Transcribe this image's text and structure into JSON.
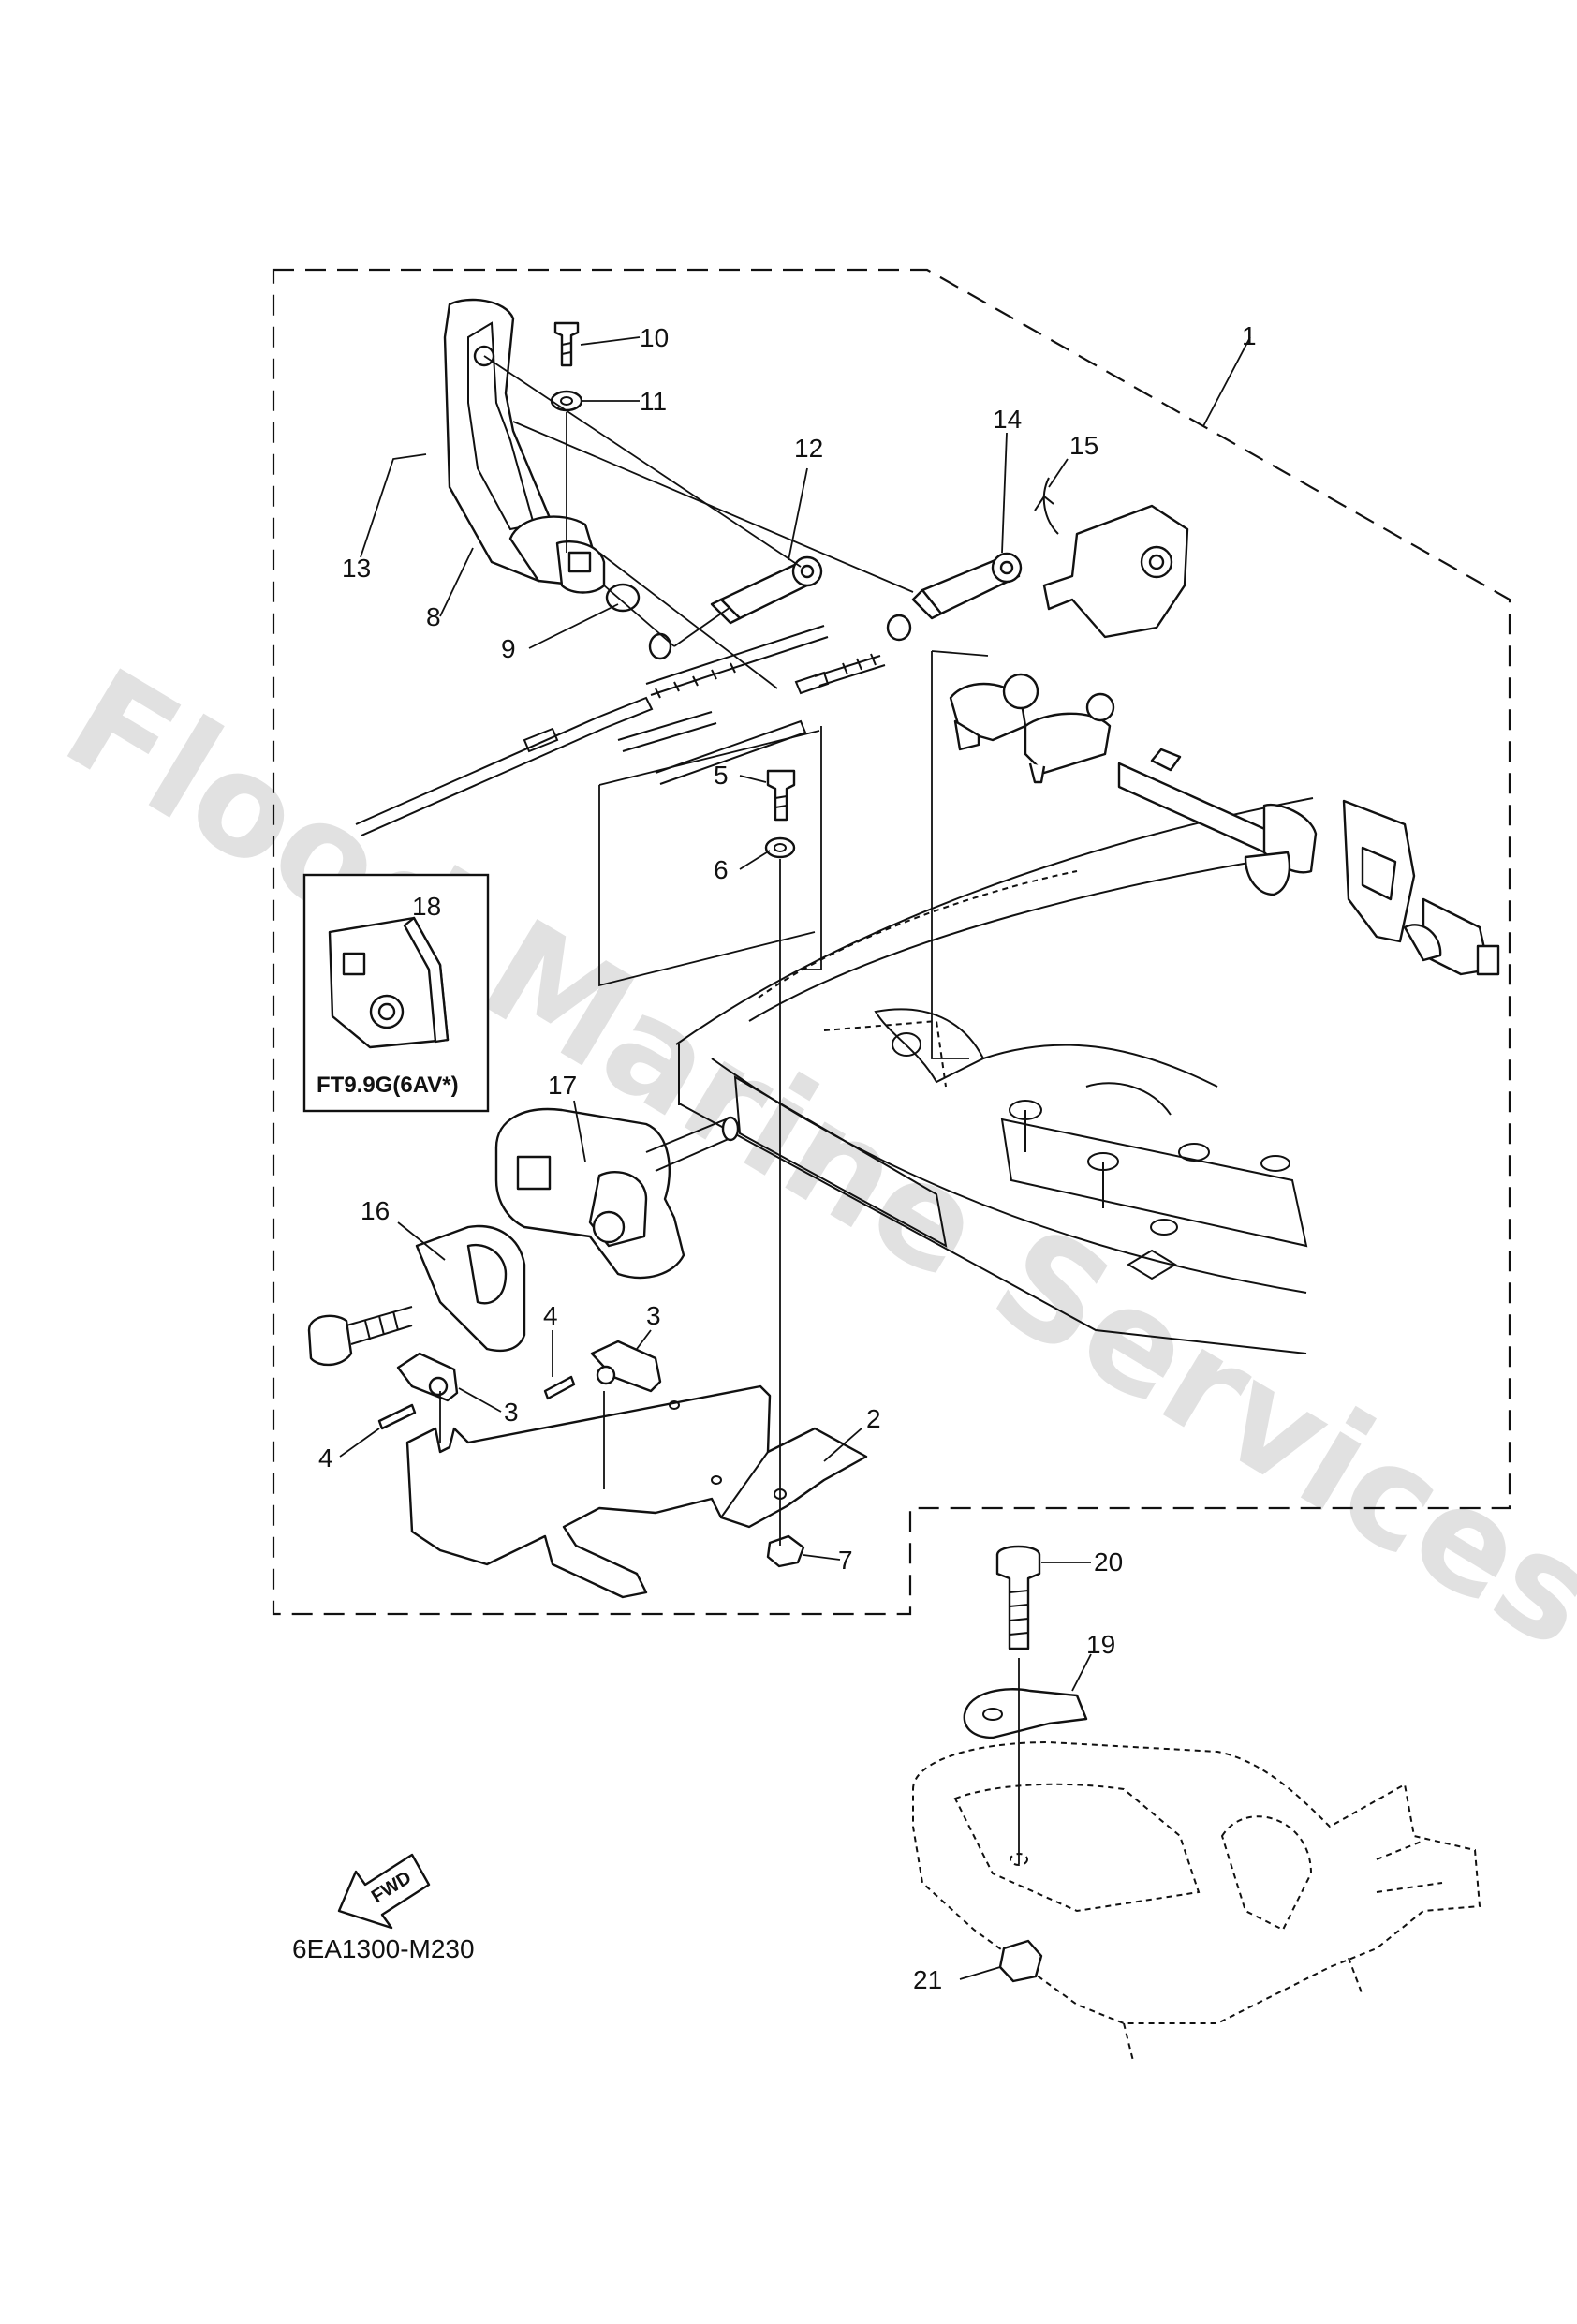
{
  "callouts": [
    {
      "id": "1",
      "text": "1"
    },
    {
      "id": "2",
      "text": "2"
    },
    {
      "id": "3a",
      "text": "3"
    },
    {
      "id": "3b",
      "text": "3"
    },
    {
      "id": "4a",
      "text": "4"
    },
    {
      "id": "4b",
      "text": "4"
    },
    {
      "id": "5",
      "text": "5"
    },
    {
      "id": "6",
      "text": "6"
    },
    {
      "id": "7",
      "text": "7"
    },
    {
      "id": "8",
      "text": "8"
    },
    {
      "id": "9",
      "text": "9"
    },
    {
      "id": "10",
      "text": "10"
    },
    {
      "id": "11",
      "text": "11"
    },
    {
      "id": "12",
      "text": "12"
    },
    {
      "id": "13",
      "text": "13"
    },
    {
      "id": "14",
      "text": "14"
    },
    {
      "id": "15",
      "text": "15"
    },
    {
      "id": "16",
      "text": "16"
    },
    {
      "id": "17",
      "text": "17"
    },
    {
      "id": "18",
      "text": "18"
    },
    {
      "id": "19",
      "text": "19"
    },
    {
      "id": "20",
      "text": "20"
    },
    {
      "id": "21",
      "text": "21"
    }
  ],
  "inset": {
    "label": "FT9.9G(6AV*)"
  },
  "fwd": {
    "label": "FWD"
  },
  "diagram_code": "6EA1300-M230",
  "watermark": "Flood Marine Services"
}
